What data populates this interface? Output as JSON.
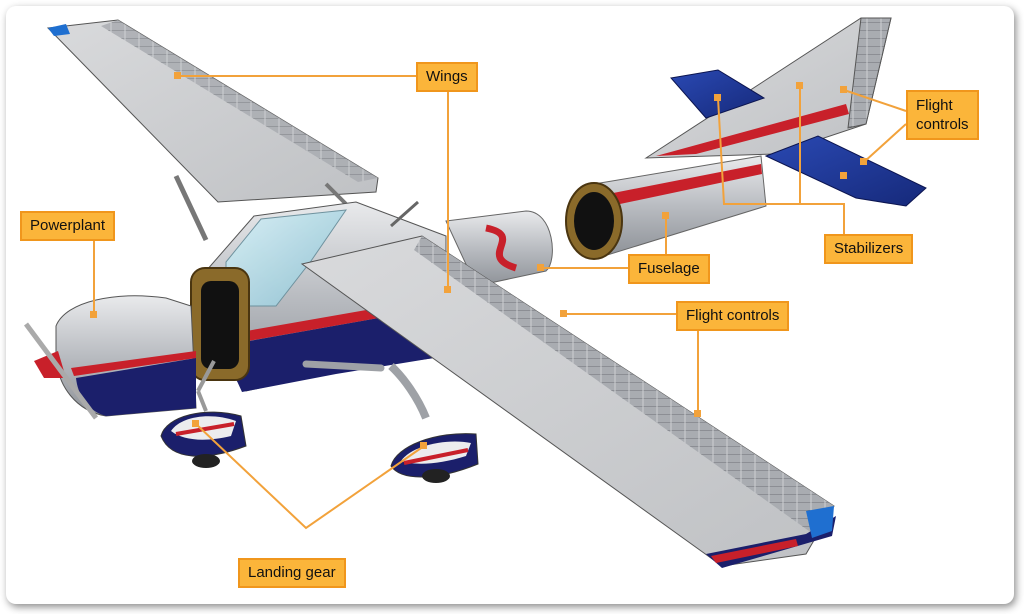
{
  "labels": {
    "wings": "Wings",
    "powerplant": "Powerplant",
    "flight_controls_tail_line1": "Flight",
    "flight_controls_tail_line2": "controls",
    "stabilizers": "Stabilizers",
    "fuselage": "Fuselage",
    "flight_controls_wing": "Flight controls",
    "landing_gear": "Landing gear"
  },
  "colors": {
    "label_fill": "#fbb53a",
    "label_border": "#f0961c",
    "leader_line": "#f2a23b",
    "metal": "#b9bcc1",
    "navy": "#1b1f6b",
    "red_stripe": "#c8202a",
    "blue_surface": "#1f3a9e",
    "cockpit_glass": "#bfe3ee",
    "frame_ring": "#8a6a2a"
  }
}
